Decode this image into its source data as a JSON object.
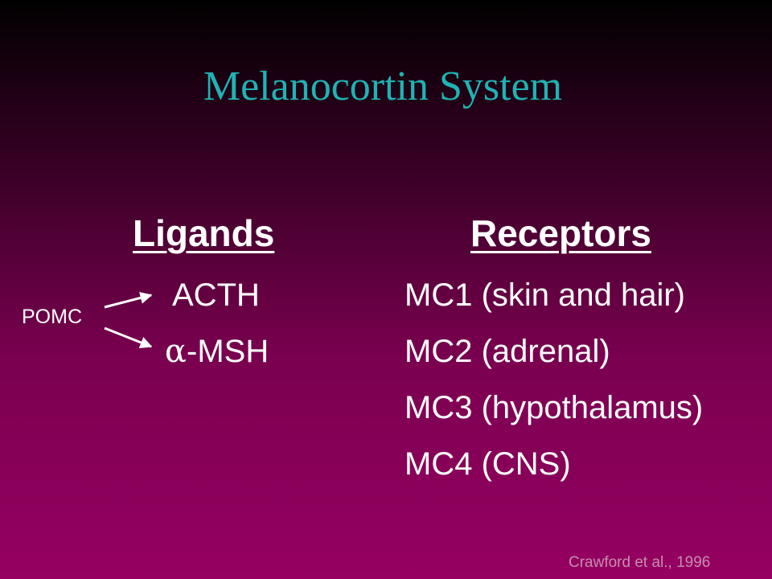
{
  "slide": {
    "title": "Melanocortin System",
    "ligands": {
      "heading": "Ligands",
      "precursor": "POMC",
      "items": [
        "ACTH",
        "-MSH"
      ],
      "alpha_symbol": "α"
    },
    "receptors": {
      "heading": "Receptors",
      "items": [
        "MC1 (skin and hair)",
        "MC2 (adrenal)",
        "MC3 (hypothalamus)",
        "MC4 (CNS)"
      ]
    },
    "citation": "Crawford et al., 1996"
  },
  "colors": {
    "title": "#1fb3b3",
    "text": "#ffffff",
    "citation": "#c88cb0",
    "background_top": "#000000",
    "background_bottom": "#960061"
  }
}
